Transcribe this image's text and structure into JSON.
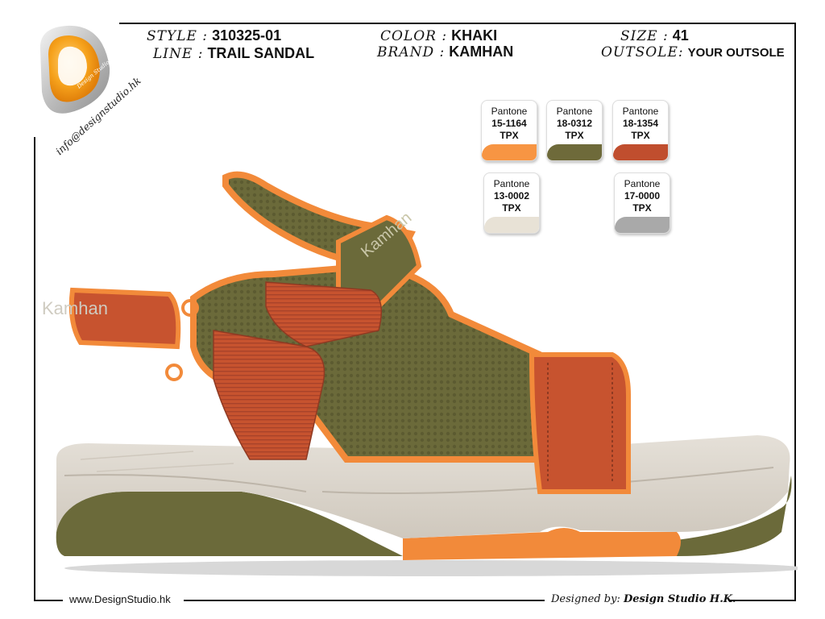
{
  "header": {
    "style_label": "STYLE :",
    "style_value": "310325-01",
    "line_label": "LINE :",
    "line_value": "TRAIL SANDAL",
    "color_label": "COLOR :",
    "color_value": "KHAKI",
    "brand_label": "BRAND :",
    "brand_value": "KAMHAN",
    "size_label": "SIZE :",
    "size_value": "41",
    "outsole_label": "OUTSOLE:",
    "outsole_value": "YOUR OUTSOLE"
  },
  "logo": {
    "email": "info@designstudio.hk",
    "wordmark": "Design Studio",
    "icon": "design-studio-logo-icon"
  },
  "pantone_chips": [
    {
      "label": "Pantone",
      "code": "15-1164",
      "suffix": "TPX",
      "color": "#F79543"
    },
    {
      "label": "Pantone",
      "code": "18-0312",
      "suffix": "TPX",
      "color": "#6E6A3A"
    },
    {
      "label": "Pantone",
      "code": "18-1354",
      "suffix": "TPX",
      "color": "#C04E2E"
    },
    {
      "label": "Pantone",
      "code": "13-0002",
      "suffix": "TPX",
      "color": "#E8E2D6"
    },
    {
      "label": "Pantone",
      "code": "17-0000",
      "suffix": "TPX",
      "color": "#A9A9A9"
    }
  ],
  "product": {
    "brand_mark": "Kamhan",
    "colors": {
      "orange": "#F28A3A",
      "khaki": "#6B6A3A",
      "rust": "#C7532F",
      "sole": "#DCD6CC",
      "sole_shadow": "#BDB5A9"
    }
  },
  "footer": {
    "website": "www.DesignStudio.hk",
    "designed_by_label": "Designed by:",
    "designed_by_value": "Design Studio H.K."
  }
}
